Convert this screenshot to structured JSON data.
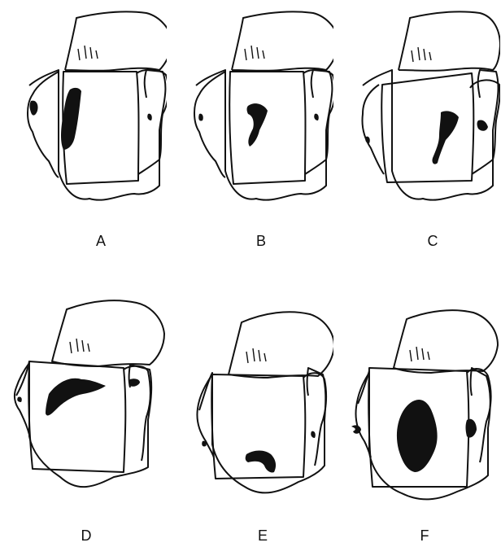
{
  "figure": {
    "panels": [
      {
        "label": "A",
        "lesion": "narrow-vertical"
      },
      {
        "label": "B",
        "lesion": "small-crescent"
      },
      {
        "label": "C",
        "lesion": "hook-with-tail"
      },
      {
        "label": "D",
        "lesion": "wide-crescent"
      },
      {
        "label": "E",
        "lesion": "small-lower-blob"
      },
      {
        "label": "F",
        "lesion": "large-central-oval"
      }
    ],
    "colors": {
      "outline": "#111111",
      "lesion": "#111111",
      "background": "#ffffff"
    }
  }
}
